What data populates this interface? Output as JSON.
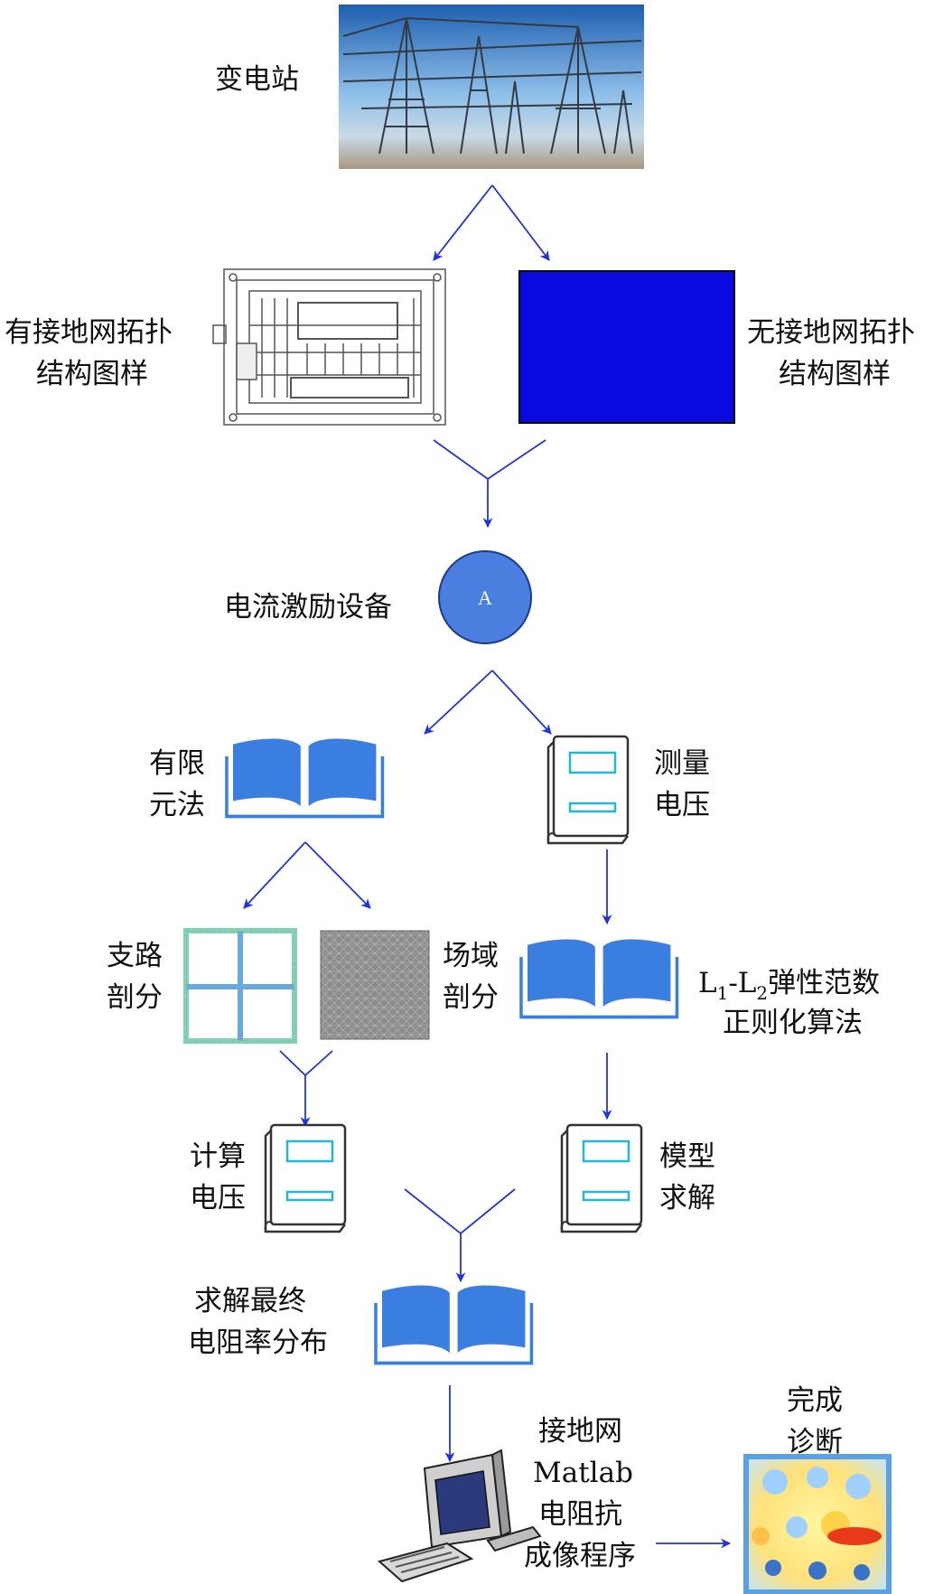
{
  "colors": {
    "arrow": "#2233dd",
    "blue_fill": "#0a0ae0",
    "book_blue": "#3a7ee0",
    "book_line": "#23b6d9",
    "node_fill": "#4a7fe0"
  },
  "substation": {
    "label": "变电站",
    "image": "substation-photo"
  },
  "topology": {
    "with_grid": [
      "有接地网拓扑",
      "结构图样"
    ],
    "without_grid": [
      "无接地网拓扑",
      "结构图样"
    ]
  },
  "excitation": {
    "label": "电流激励设备",
    "node_letter": "A"
  },
  "fem": [
    "有限",
    "元法"
  ],
  "measure": [
    "测量",
    "电压"
  ],
  "branch": [
    "支路",
    "剖分"
  ],
  "field": [
    "场域",
    "剖分"
  ],
  "regularization": {
    "line1_parts": [
      "L",
      "1",
      "-L",
      "2",
      "弹性范数"
    ],
    "line2": "正则化算法"
  },
  "compute": [
    "计算",
    "电压"
  ],
  "model": [
    "模型",
    "求解"
  ],
  "final": [
    "求解最终",
    "电阻率分布"
  ],
  "program": [
    "接地网",
    "Matlab",
    "电阻抗",
    "成像程序"
  ],
  "diagnosis": [
    "完成",
    "诊断"
  ]
}
